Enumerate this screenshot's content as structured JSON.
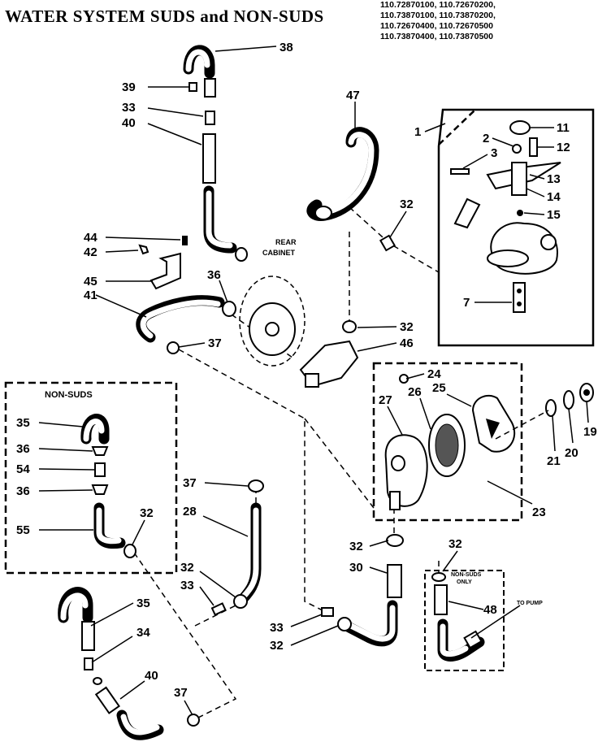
{
  "title": "WATER SYSTEM SUDS and NON-SUDS",
  "model_numbers": [
    "110.72870100, 110.72670200,",
    "110.73870100, 110.73870200,",
    "110.72670400, 110.72670500",
    "110.73870400, 110.73870500"
  ],
  "area_labels": {
    "rear_cabinet_line1": "REAR",
    "rear_cabinet_line2": "CABINET",
    "non_suds_box": "NON-SUDS",
    "non_suds_only_line1": "NON-SUDS",
    "non_suds_only_line2": "ONLY",
    "to_pump": "TO PUMP"
  },
  "part_numbers": {
    "p38": "38",
    "p39": "39",
    "p33a": "33",
    "p40a": "40",
    "p47": "47",
    "p1": "1",
    "p2": "2",
    "p3": "3",
    "p11": "11",
    "p12": "12",
    "p13": "13",
    "p14": "14",
    "p15": "15",
    "p7": "7",
    "p32a": "32",
    "p44": "44",
    "p42": "42",
    "p45": "45",
    "p41": "41",
    "p36a": "36",
    "p32b": "32",
    "p46": "46",
    "p37a": "37",
    "p24": "24",
    "p27": "27",
    "p26": "26",
    "p25": "25",
    "p21": "21",
    "p20": "20",
    "p19": "19",
    "p23": "23",
    "p35a": "35",
    "p36b": "36",
    "p54": "54",
    "p36c": "36",
    "p55": "55",
    "p32c": "32",
    "p37b": "37",
    "p28": "28",
    "p32d": "32",
    "p33b": "33",
    "p32e": "32",
    "p30": "30",
    "p33c": "33",
    "p32f": "32",
    "p32g": "32",
    "p48": "48",
    "p35b": "35",
    "p34": "34",
    "p40b": "40",
    "p37c": "37"
  }
}
